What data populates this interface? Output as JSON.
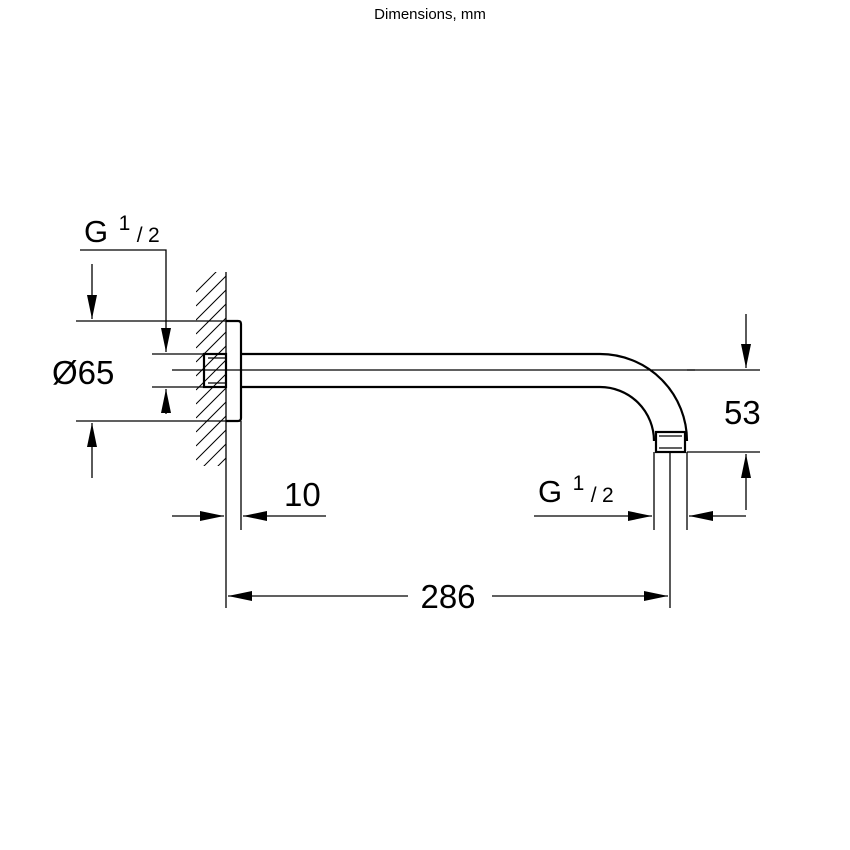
{
  "title": "Dimensions, mm",
  "dimensions": {
    "thread_left": {
      "letter": "G",
      "numerator": "1",
      "denominator": "2"
    },
    "thread_right": {
      "letter": "G",
      "numerator": "1",
      "denominator": "2"
    },
    "diameter": "Ø65",
    "offset": "10",
    "height": "53",
    "length": "286"
  },
  "colors": {
    "line": "#000000",
    "background": "#ffffff"
  }
}
